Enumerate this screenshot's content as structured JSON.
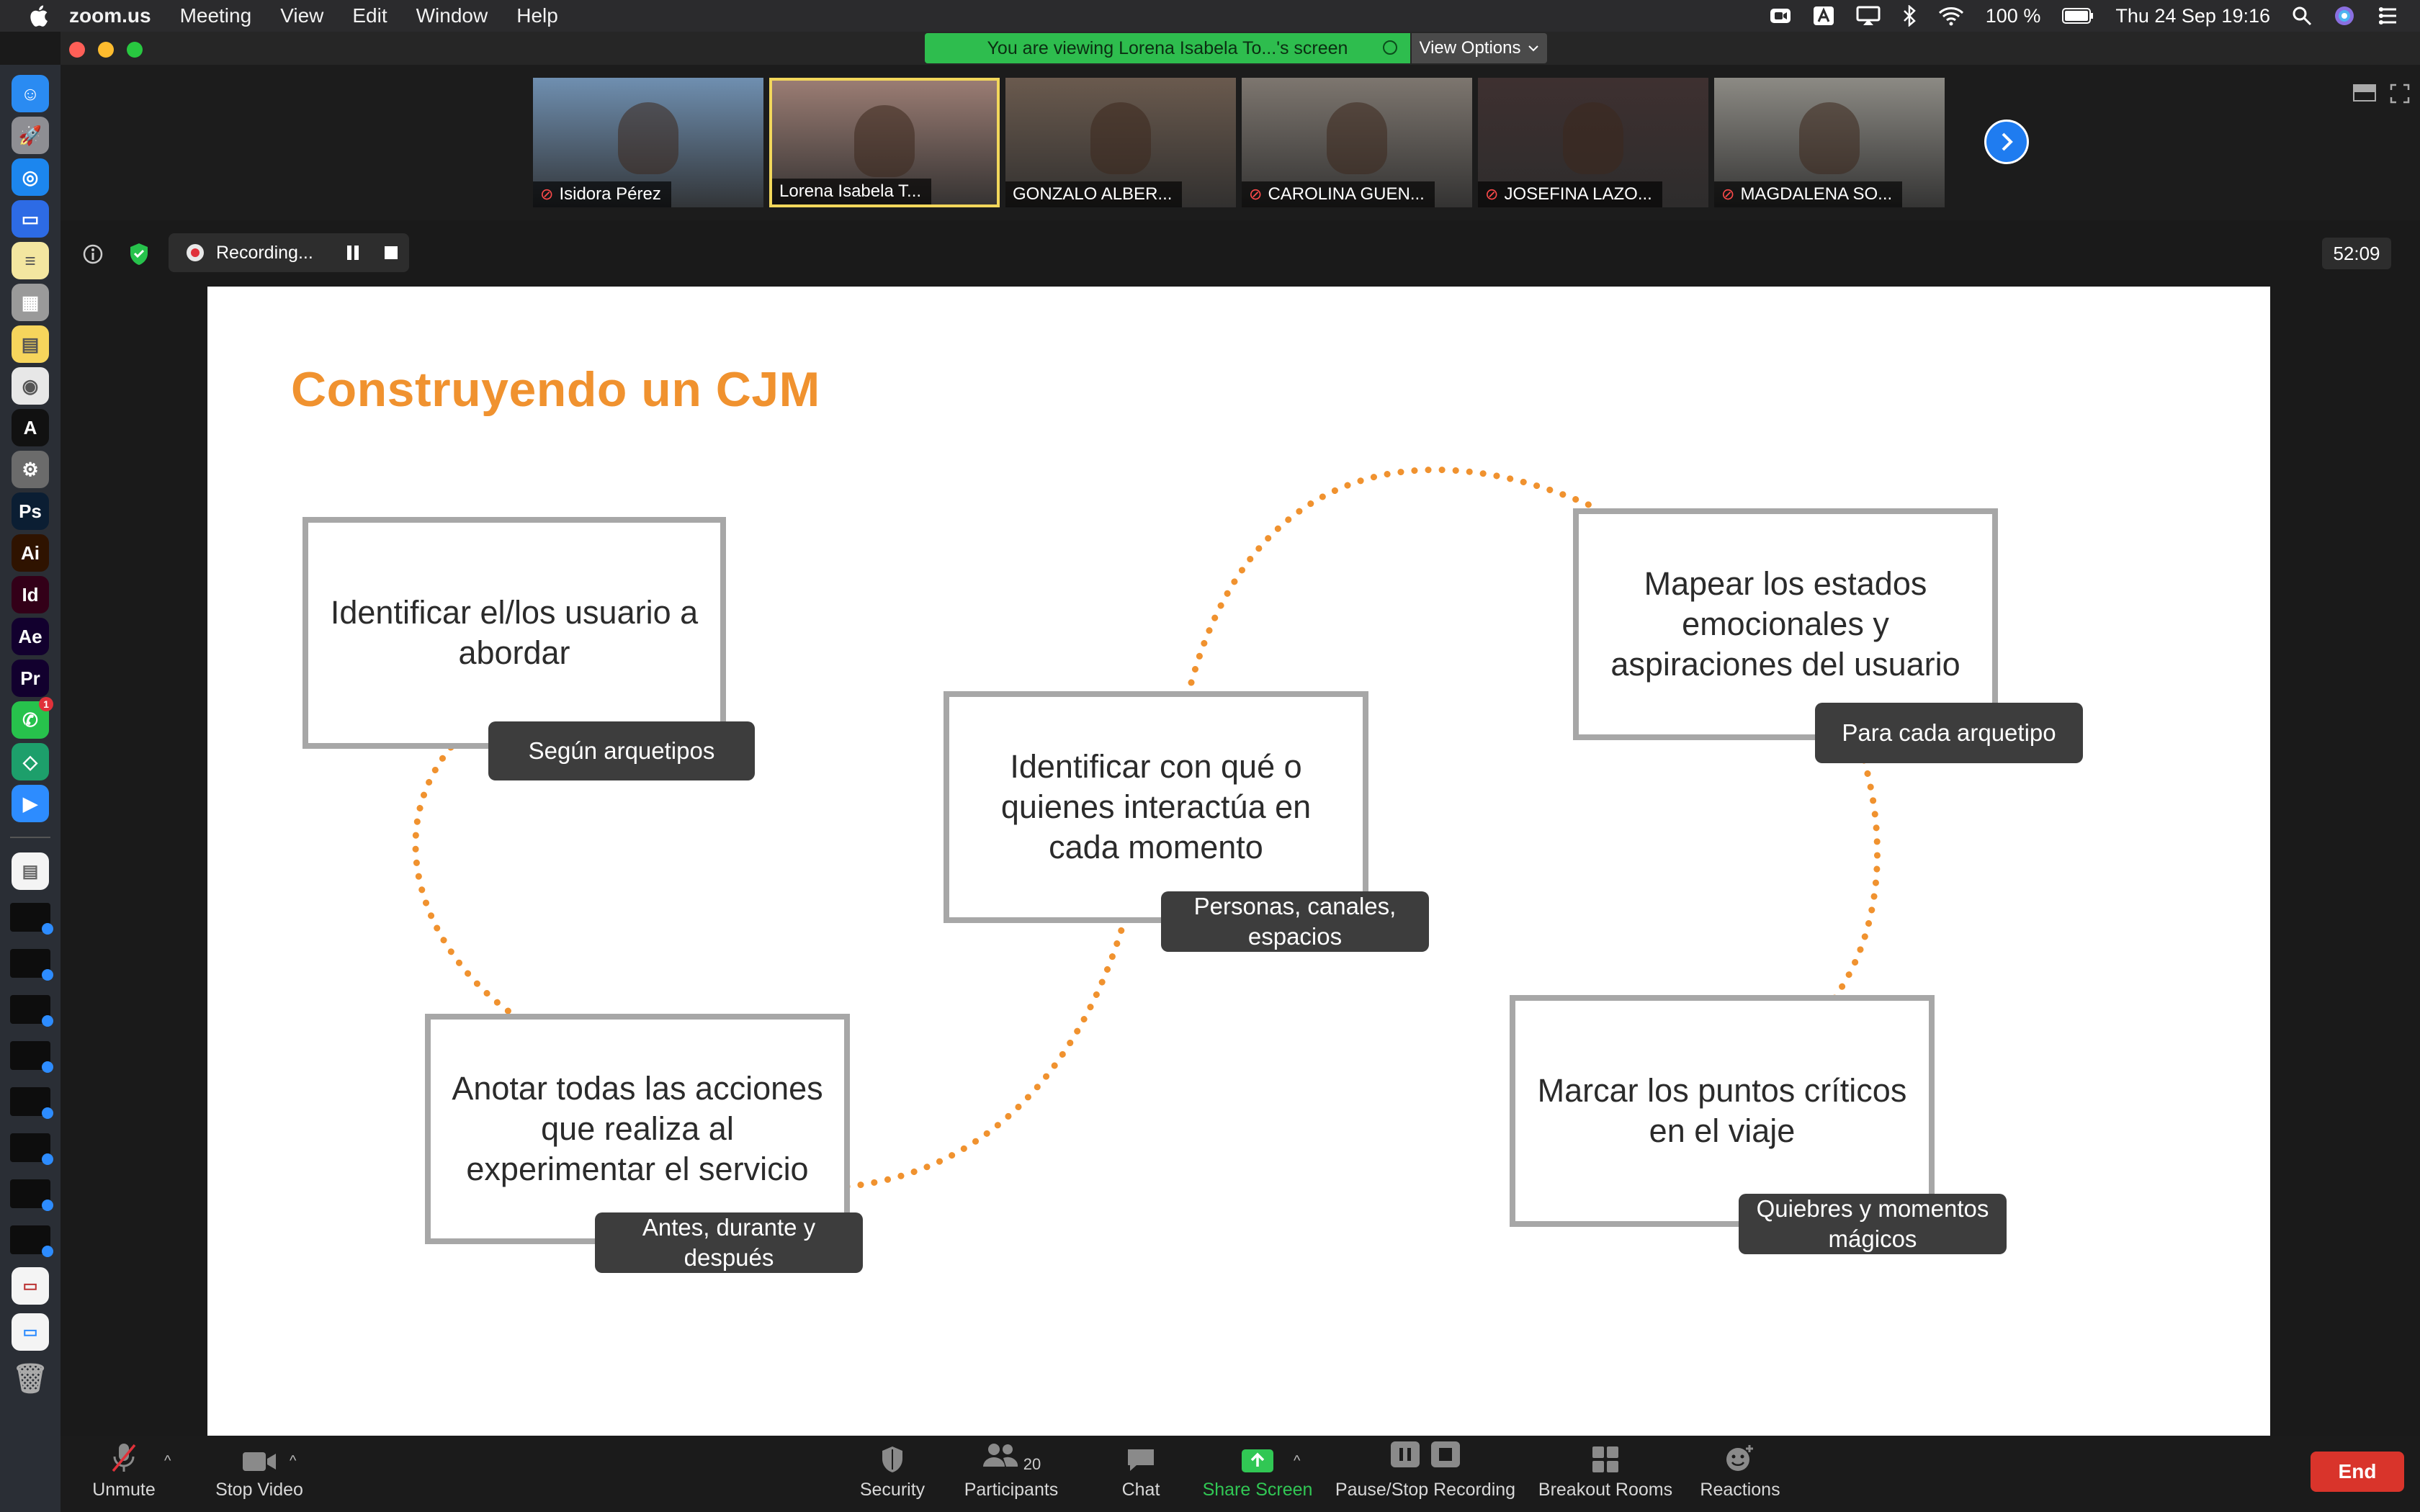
{
  "menubar": {
    "app_name": "zoom.us",
    "menus": [
      "Meeting",
      "View",
      "Edit",
      "Window",
      "Help"
    ],
    "battery": "100 %",
    "datetime": "Thu 24 Sep  19:16"
  },
  "banner": {
    "viewing_text": "You are viewing Lorena Isabela To...'s screen",
    "view_options_label": "View Options"
  },
  "dock": {
    "apps": [
      {
        "icon": "finder-icon",
        "glyph": "☺",
        "bg": "#2a8bf2"
      },
      {
        "icon": "launchpad-icon",
        "glyph": "🚀",
        "bg": "#8e8e93"
      },
      {
        "icon": "safari-icon",
        "glyph": "◎",
        "bg": "#1c86ee"
      },
      {
        "icon": "keynote-icon",
        "glyph": "▭",
        "bg": "#2d6be5"
      },
      {
        "icon": "notes-icon",
        "glyph": "≡",
        "bg": "#f3e6a0"
      },
      {
        "icon": "calculator-icon",
        "glyph": "▦",
        "bg": "#9a9a9a"
      },
      {
        "icon": "stickies-icon",
        "glyph": "▤",
        "bg": "#f6d55c"
      },
      {
        "icon": "chrome-icon",
        "glyph": "◉",
        "bg": "#e7e7e7"
      },
      {
        "icon": "acrobat-icon",
        "glyph": "A",
        "bg": "#111111"
      },
      {
        "icon": "system-preferences-icon",
        "glyph": "⚙",
        "bg": "#6b6b6b"
      },
      {
        "icon": "photoshop-icon",
        "glyph": "Ps",
        "bg": "#0b1e33"
      },
      {
        "icon": "illustrator-icon",
        "glyph": "Ai",
        "bg": "#2f1300"
      },
      {
        "icon": "indesign-icon",
        "glyph": "Id",
        "bg": "#330018"
      },
      {
        "icon": "after-effects-icon",
        "glyph": "Ae",
        "bg": "#12002e"
      },
      {
        "icon": "premiere-icon",
        "glyph": "Pr",
        "bg": "#12002e"
      },
      {
        "icon": "whatsapp-icon",
        "glyph": "✆",
        "bg": "#27c24c"
      },
      {
        "icon": "sketchup-icon",
        "glyph": "◇",
        "bg": "#1d9f6b"
      },
      {
        "icon": "zoom-icon",
        "glyph": "▶",
        "bg": "#2d8cff"
      }
    ],
    "whatsapp_badge": "1"
  },
  "gallery": {
    "participants": [
      {
        "name": "Isidora Pérez",
        "muted": true,
        "bg": "#6f8fb0"
      },
      {
        "name": "Lorena Isabela T...",
        "muted": false,
        "bg": "#9a7c73",
        "active": true
      },
      {
        "name": "GONZALO ALBER...",
        "muted": false,
        "bg": "#6a5a4e"
      },
      {
        "name": "CAROLINA GUEN...",
        "muted": true,
        "bg": "#7d766f"
      },
      {
        "name": "JOSEFINA  LAZO...",
        "muted": true,
        "bg": "#3e3030"
      },
      {
        "name": "MAGDALENA SO...",
        "muted": true,
        "bg": "#8c8a84"
      }
    ]
  },
  "recording": {
    "label": "Recording...",
    "timer": "52:09"
  },
  "slide": {
    "title": "Construyendo un CJM",
    "steps": [
      {
        "text": "Identificar el/los usuario a abordar",
        "tag": "Según arquetipos"
      },
      {
        "text": "Anotar todas las acciones que realiza al experimentar el servicio",
        "tag": "Antes, durante y después"
      },
      {
        "text": "Identificar con qué o quienes interactúa en cada momento",
        "tag": "Personas, canales, espacios"
      },
      {
        "text": "Mapear los estados emocionales y aspiraciones  del usuario",
        "tag": "Para cada arquetipo"
      },
      {
        "text": "Marcar los puntos críticos en el viaje",
        "tag": "Quiebres y momentos mágicos"
      }
    ],
    "accent_color": "#f0922f"
  },
  "toolbar": {
    "unmute": "Unmute",
    "stop_video": "Stop Video",
    "security": "Security",
    "participants": "Participants",
    "participants_count": "20",
    "chat": "Chat",
    "share_screen": "Share Screen",
    "pause_stop_recording": "Pause/Stop Recording",
    "breakout_rooms": "Breakout Rooms",
    "reactions": "Reactions",
    "end": "End"
  }
}
